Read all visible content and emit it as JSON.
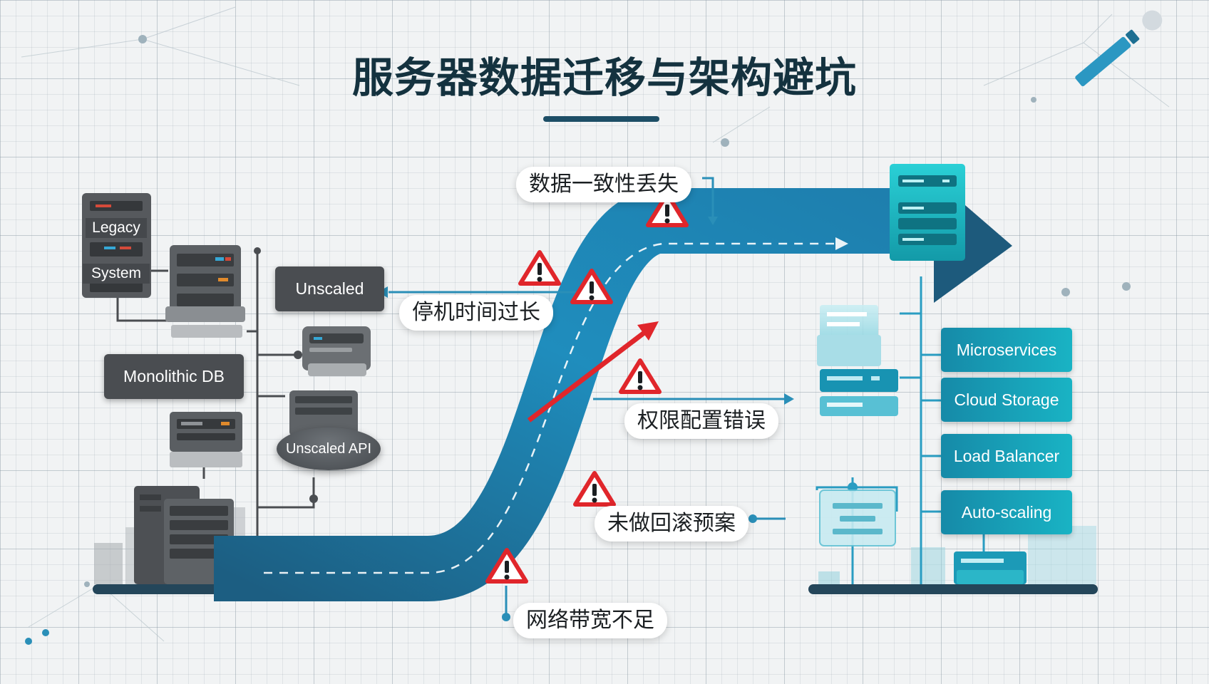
{
  "title": "服务器数据迁移与架构避坑",
  "legacy": {
    "legacy_system_line1": "Legacy",
    "legacy_system_line2": "System",
    "unscaled": "Unscaled",
    "monolithic_db": "Monolithic DB",
    "unscaled_api": "Unscaled API"
  },
  "pitfalls": {
    "data_consistency": "数据一致性丢失",
    "downtime": "停机时间过长",
    "permissions": "权限配置错误",
    "rollback": "未做回滚预案",
    "bandwidth": "网络带宽不足"
  },
  "cloud": {
    "microservices": "Microservices",
    "cloud_storage": "Cloud Storage",
    "load_balancer": "Load Balancer",
    "auto_scaling": "Auto-scaling"
  },
  "colors": {
    "road": "#1f86b5",
    "road_dark": "#1b5f84",
    "warning": "#e0262b",
    "teal": "#19b3c4",
    "legacy_gray": "#4a4d51",
    "title": "#14323f"
  }
}
